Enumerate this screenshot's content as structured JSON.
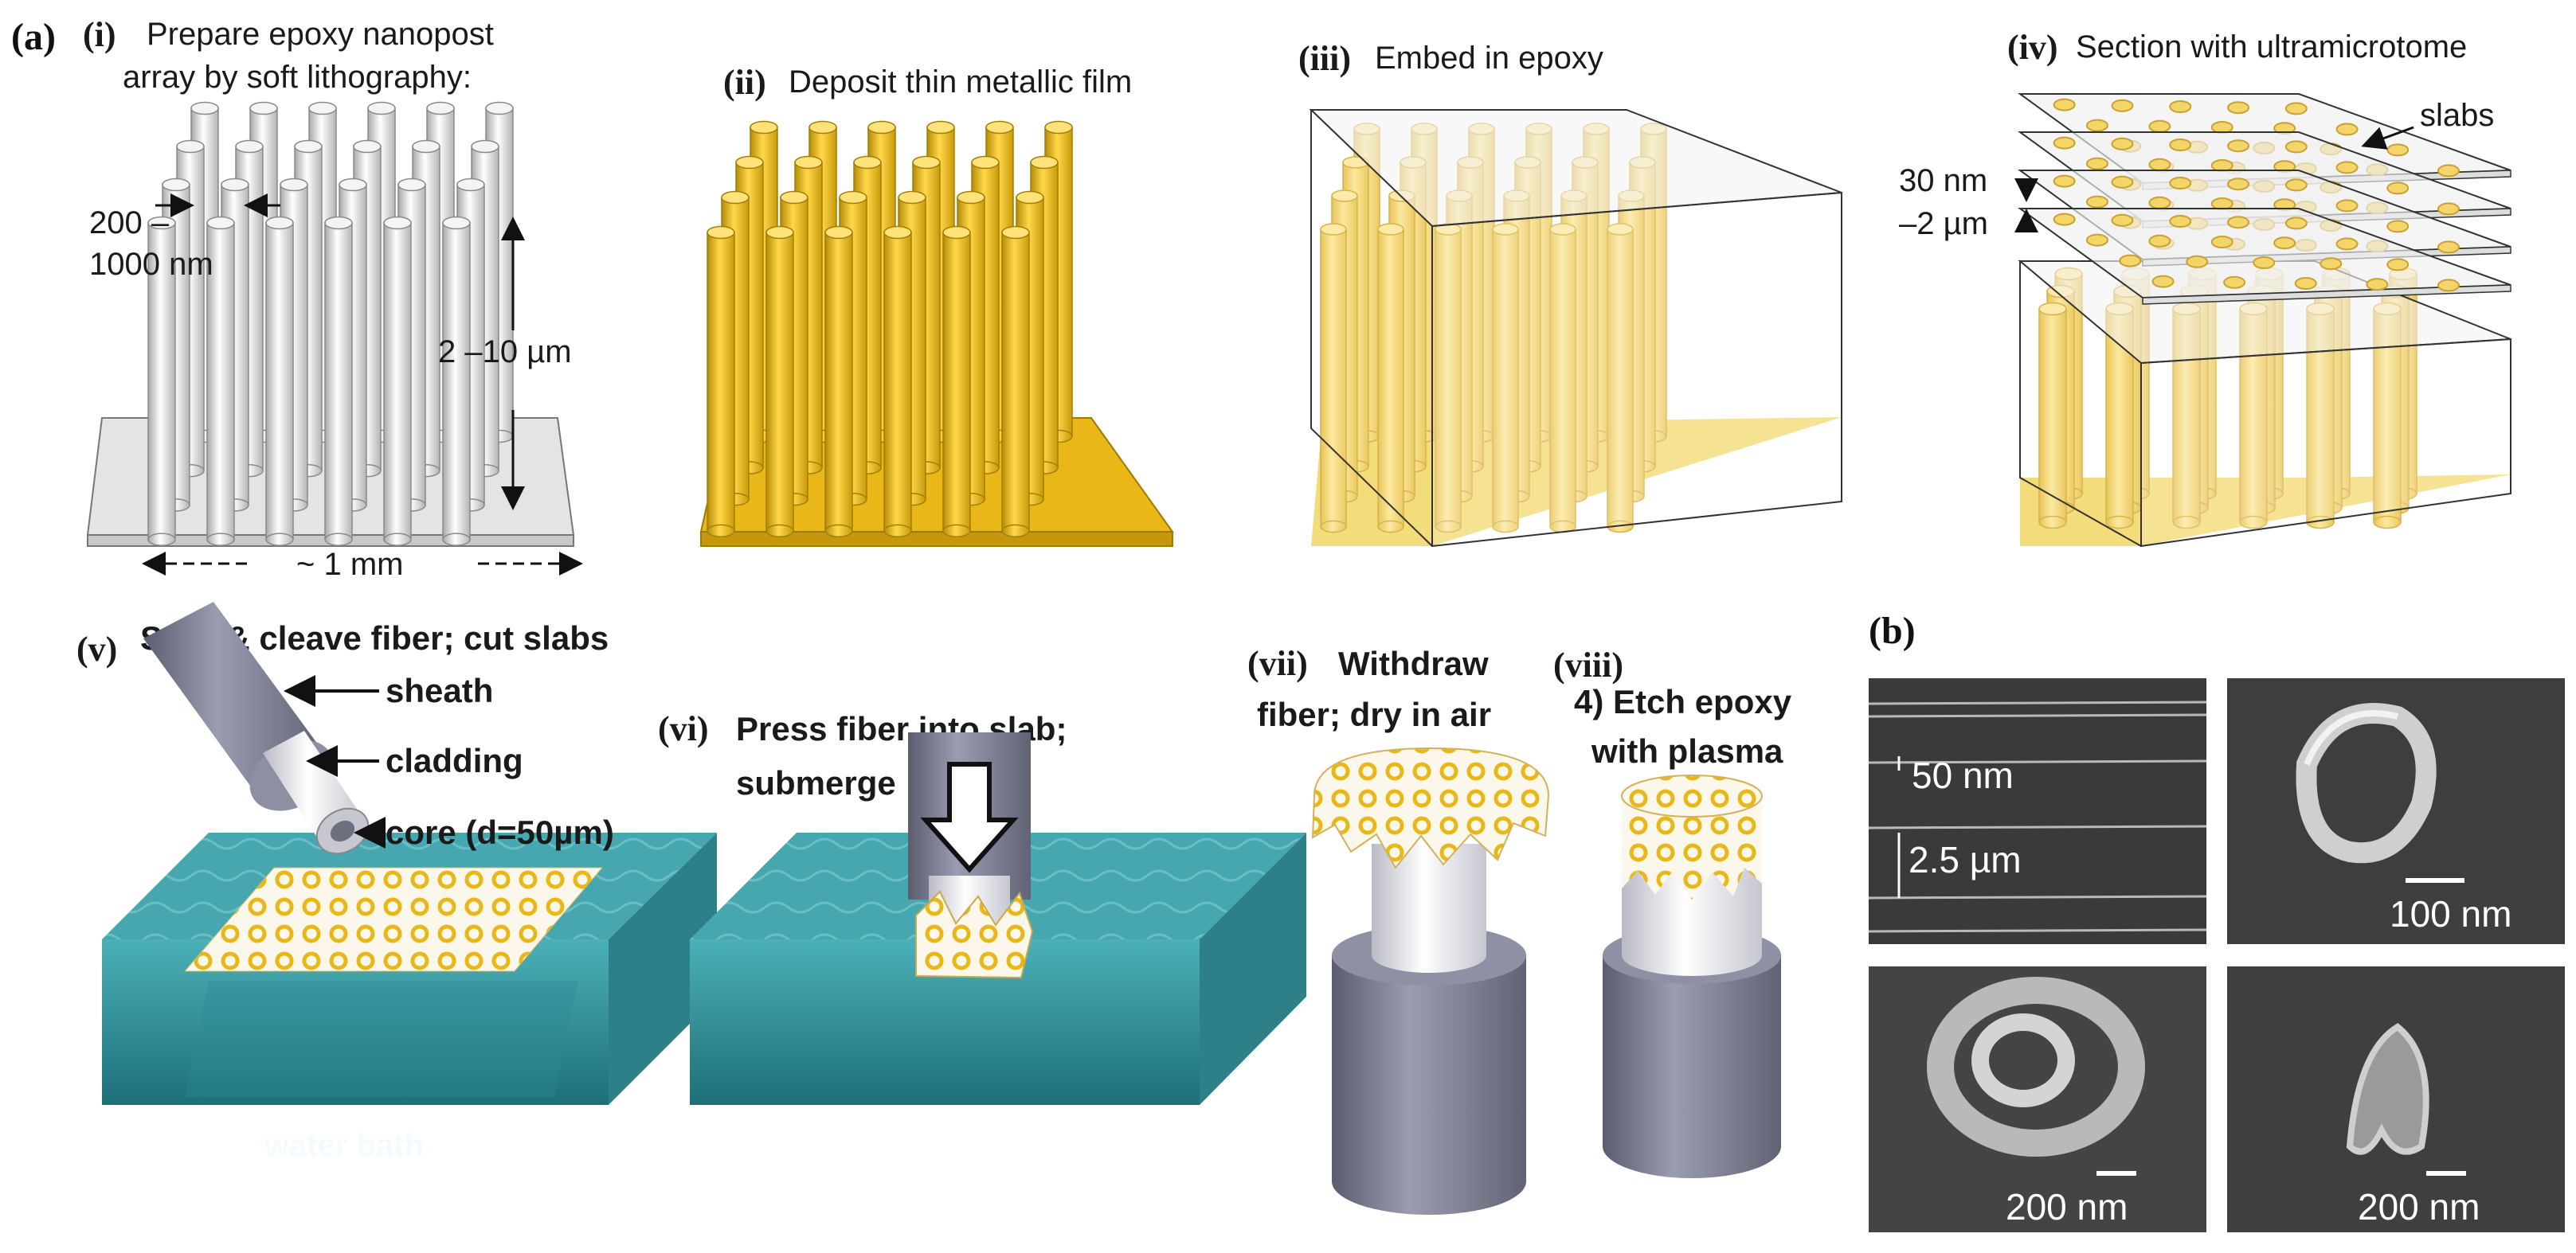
{
  "panel_a": {
    "label": "(a)",
    "steps": [
      {
        "numeral": "(i)",
        "title_line1": "Prepare epoxy nanopost",
        "title_line2": "array by soft lithography:"
      },
      {
        "numeral": "(ii)",
        "title": "Deposit thin metallic film"
      },
      {
        "numeral": "(iii)",
        "title": "Embed in epoxy"
      },
      {
        "numeral": "(iv)",
        "title": "Section with ultramicrotome"
      },
      {
        "numeral": "(v)",
        "title": "Strip & cleave fiber; cut slabs"
      },
      {
        "numeral": "(vi)",
        "title_line1": "Press fiber into slab;",
        "title_line2": "submerge"
      },
      {
        "numeral": "(vii)",
        "title_line1": "Withdraw",
        "title_line2": "fiber; dry in air"
      },
      {
        "numeral": "(viii)",
        "title_line1": "4) Etch epoxy",
        "title_line2": "with plasma"
      }
    ],
    "dims_i": {
      "diameter_line1": "200 –",
      "diameter_line2": "1000 nm",
      "height": "2 –10 µm",
      "width": "~ 1 mm"
    },
    "dims_iv": {
      "slabs": "slabs",
      "thickness_line1": "30 nm",
      "thickness_line2": "–2 µm"
    },
    "fiber_labels": {
      "sheath": "sheath",
      "cladding": "cladding",
      "core": "core (d=50µm)"
    },
    "bath_label": "water bath"
  },
  "panel_b": {
    "label": "(b)",
    "sem_labels": {
      "spacing_small": "50 nm",
      "spacing_large": "2.5 µm",
      "scale_tr": "100 nm",
      "scale_bl": "200 nm",
      "scale_br": "200 nm"
    }
  },
  "colors": {
    "gold": "#e9b818",
    "gold_light": "#f4dc74",
    "water": "#2c8c96",
    "epoxy_post": "#e6e6e6",
    "fiber": "#7c7f92",
    "sem_bg": "#3a3a3a"
  }
}
